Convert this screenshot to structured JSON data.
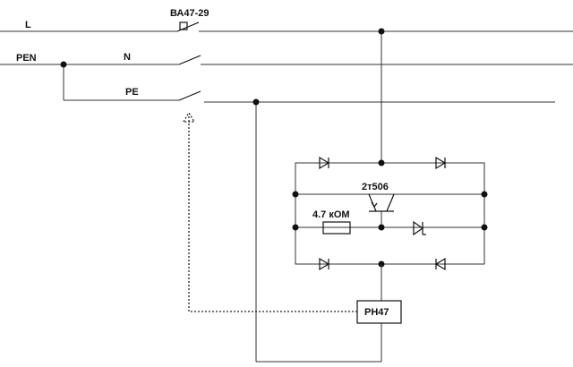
{
  "labels": {
    "phase": "L",
    "pen": "PEN",
    "neutral": "N",
    "protective_earth": "PE",
    "breaker": "ВА47-29",
    "transistor": "2т506",
    "resistor": "4.7 кОМ",
    "relay": "РН47"
  }
}
